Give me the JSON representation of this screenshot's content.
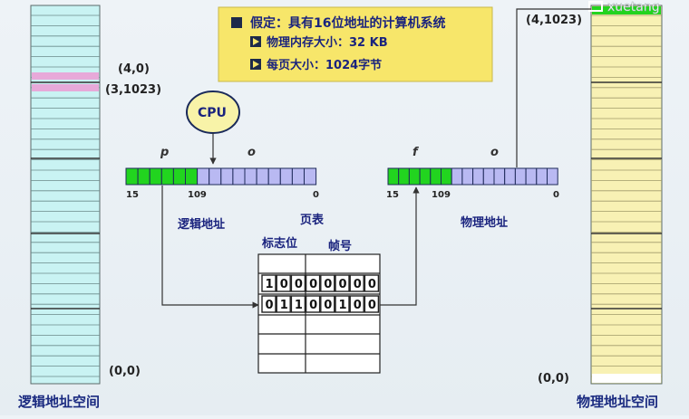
{
  "assumption_box": {
    "heading": "假定：具有16位地址的计算机系统",
    "item_memory": "物理内存大小：32 KB",
    "item_page": "每页大小：1024字节"
  },
  "watermark": "xuetang",
  "left_space": {
    "label_top_a": "(4,0)",
    "label_top_b": "(3,1023)",
    "label_bottom": "(0,0)",
    "caption": "逻辑地址空间"
  },
  "right_space": {
    "label_top": "(4,1023)",
    "label_bottom": "(0,0)",
    "caption": "物理地址空间"
  },
  "cpu_label": "CPU",
  "logical_address": {
    "field_p": "p",
    "field_o": "o",
    "bit_15": "15",
    "bit_109": "109",
    "bit_0": "0",
    "caption": "逻辑地址"
  },
  "physical_address": {
    "field_f": "f",
    "field_o": "o",
    "bit_15": "15",
    "bit_10": "10",
    "bit_9": "9",
    "bit_0": "0",
    "caption": "物理地址"
  },
  "page_table": {
    "title": "页表",
    "col_flag": "标志位",
    "col_frame": "帧号",
    "rows": [
      {
        "bits": [
          "1",
          "0",
          "0",
          "0",
          "0",
          "0",
          "0",
          "0"
        ]
      },
      {
        "bits": [
          "0",
          "1",
          "1",
          "0",
          "0",
          "1",
          "0",
          "0"
        ]
      }
    ]
  },
  "colors": {
    "green": "#22d41f",
    "lavender": "#b9b9f2",
    "cyan_page": "#c9f3f3",
    "yellow_page": "#f8f1b4",
    "pink": "#e7a9d9",
    "box_yellow": "#f7e66a"
  }
}
